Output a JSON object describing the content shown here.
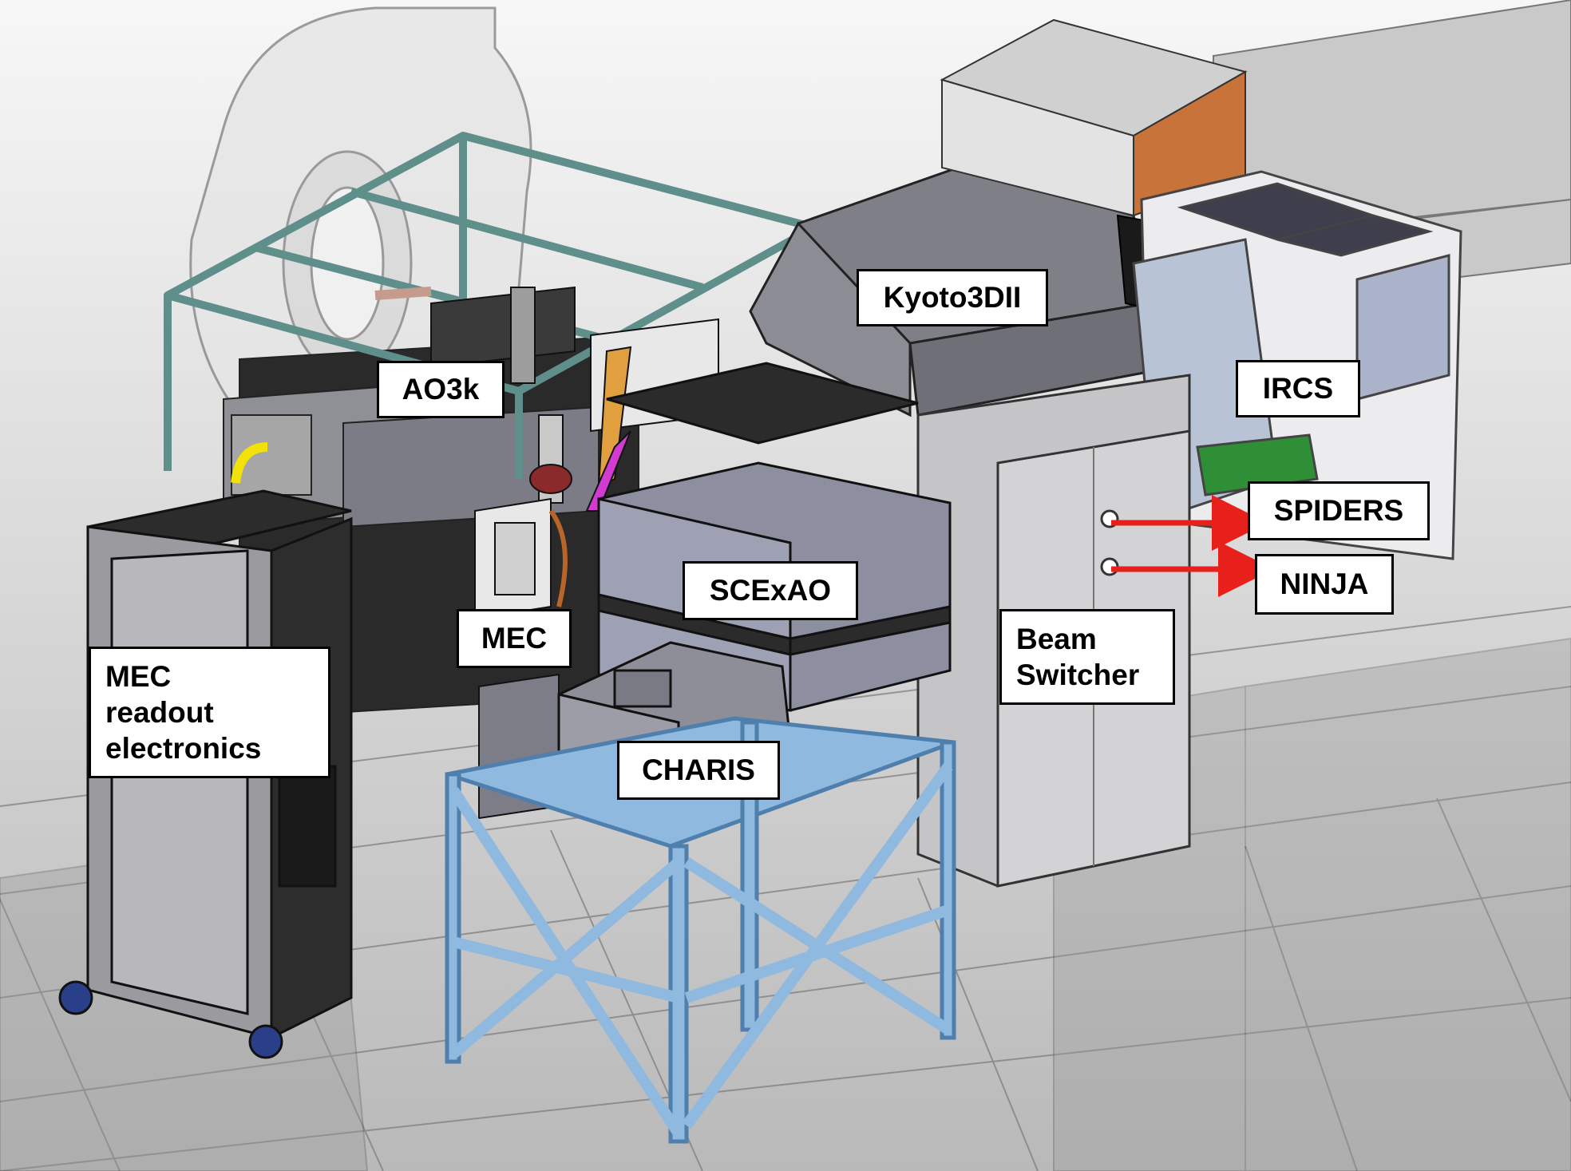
{
  "labels": {
    "kyoto3dii": "Kyoto3DII",
    "ao3k": "AO3k",
    "ircs": "IRCS",
    "spiders": "SPIDERS",
    "ninja": "NINJA",
    "scexao": "SCExAO",
    "mec": "MEC",
    "beam_switcher": [
      "Beam",
      "Switcher"
    ],
    "mec_readout": [
      "MEC",
      "readout",
      "electronics"
    ],
    "charis": "CHARIS"
  },
  "colors": {
    "arrow": "#e8201c",
    "support_frame": "#8fb9df",
    "top_frame": "#5f8f8a",
    "orange_panel": "#c8733a"
  }
}
